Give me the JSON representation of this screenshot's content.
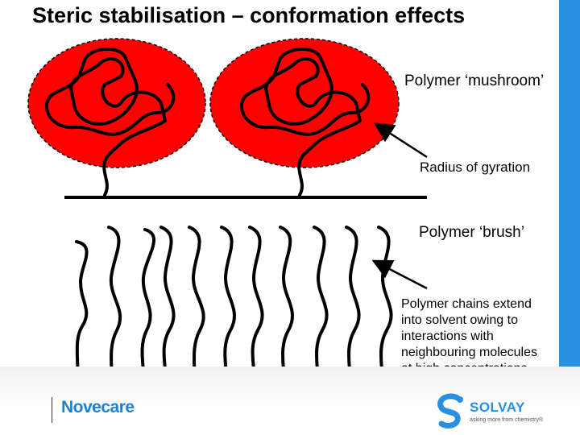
{
  "title": "Steric stabilisation – conformation effects",
  "labels": {
    "mushroom": "Polymer ‘mushroom’",
    "radius": "Radius of gyration",
    "brush": "Polymer ‘brush’",
    "chains": [
      "Polymer chains extend",
      "into solvent owing to",
      "interactions with",
      "neighbouring molecules",
      "at high concentrations"
    ]
  },
  "footer": {
    "left_logo": "Novecare",
    "right_logo": "SOLVAY",
    "right_tagline": "asking more from chemistry®"
  },
  "colors": {
    "mushroom_fill": "#ff0000",
    "accent_blue": "#2a8fe0",
    "novecare_blue": "#1c7fd6"
  }
}
